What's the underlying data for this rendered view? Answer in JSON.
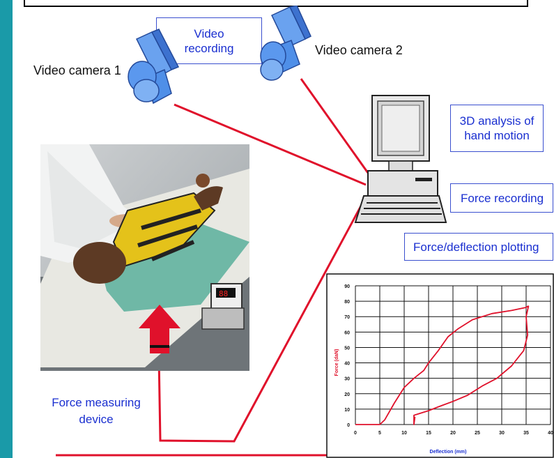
{
  "labels": {
    "video_recording": "Video\nrecording",
    "video_camera_1": "Video camera 1",
    "video_camera_2": "Video camera 2",
    "analysis_3d": "3D analysis of\nhand motion",
    "force_recording": "Force recording",
    "force_deflection_plotting": "Force/deflection plotting",
    "force_measuring_device": "Force measuring\ndevice",
    "display_reading": "88"
  },
  "colors": {
    "border_teal": "#1a9aa8",
    "arrow_red": "#e0112b",
    "label_blue": "#1a2fd0",
    "camera_blue": "#4f8fe8"
  },
  "chart_data": {
    "type": "line",
    "title": "",
    "xlabel": "Deflection (mm)",
    "ylabel": "Force (daN)",
    "xlim": [
      0,
      40
    ],
    "ylim": [
      0,
      90
    ],
    "x_ticks": [
      0,
      5,
      10,
      15,
      20,
      25,
      30,
      35,
      40
    ],
    "y_ticks": [
      0,
      10,
      20,
      30,
      40,
      50,
      60,
      70,
      80,
      90
    ],
    "grid": true,
    "series": [
      {
        "x": [
          0,
          5,
          6,
          8,
          10,
          12,
          14,
          15,
          17,
          19,
          21,
          24,
          28,
          32,
          35,
          35.5
        ],
        "y": [
          0,
          0,
          3,
          14,
          24,
          30,
          35,
          40,
          48,
          57,
          62,
          68,
          72,
          74,
          76,
          77
        ]
      },
      {
        "x": [
          35.5,
          35,
          35.3,
          34.5,
          32,
          29,
          26,
          23,
          20,
          17,
          15,
          13,
          12,
          12,
          12.2
        ],
        "y": [
          77,
          70,
          58,
          48,
          38,
          30,
          25,
          19,
          15,
          11.5,
          9,
          7,
          6,
          0,
          5
        ]
      }
    ]
  }
}
